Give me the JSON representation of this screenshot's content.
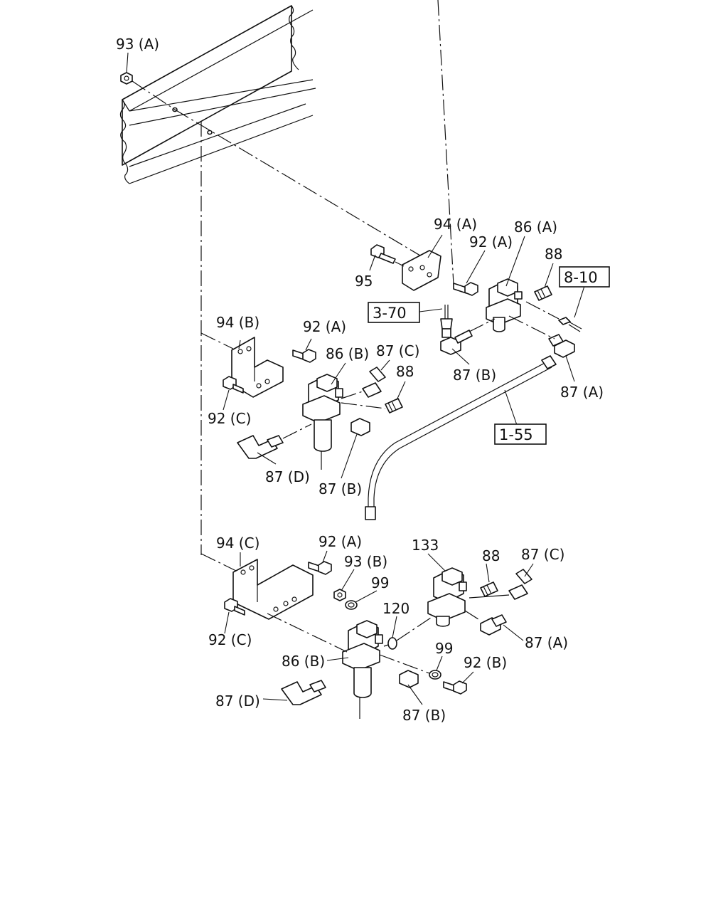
{
  "labels": {
    "l93a": "93 (A)",
    "l94a": "94 (A)",
    "l92a_1": "92 (A)",
    "l86a": "86 (A)",
    "l88_1": "88",
    "l95": "95",
    "l87b_1": "87 (B)",
    "l87a_1": "87 (A)",
    "l94b": "94 (B)",
    "l92a_2": "92 (A)",
    "l86b_1": "86 (B)",
    "l87c_1": "87 (C)",
    "l88_2": "88",
    "l92c_1": "92 (C)",
    "l87d_1": "87 (D)",
    "l87b_2": "87 (B)",
    "l94c": "94 (C)",
    "l92a_3": "92 (A)",
    "l93b": "93 (B)",
    "l99_1": "99",
    "l133": "133",
    "l88_3": "88",
    "l87c_2": "87 (C)",
    "l120": "120",
    "l87a_2": "87 (A)",
    "l92c_2": "92 (C)",
    "l86b_2": "86 (B)",
    "l99_2": "99",
    "l92b": "92 (B)",
    "l87d_2": "87 (D)",
    "l87b_3": "87 (B)"
  },
  "refs": {
    "r810": "8-10",
    "r370": "3-70",
    "r155": "1-55"
  }
}
